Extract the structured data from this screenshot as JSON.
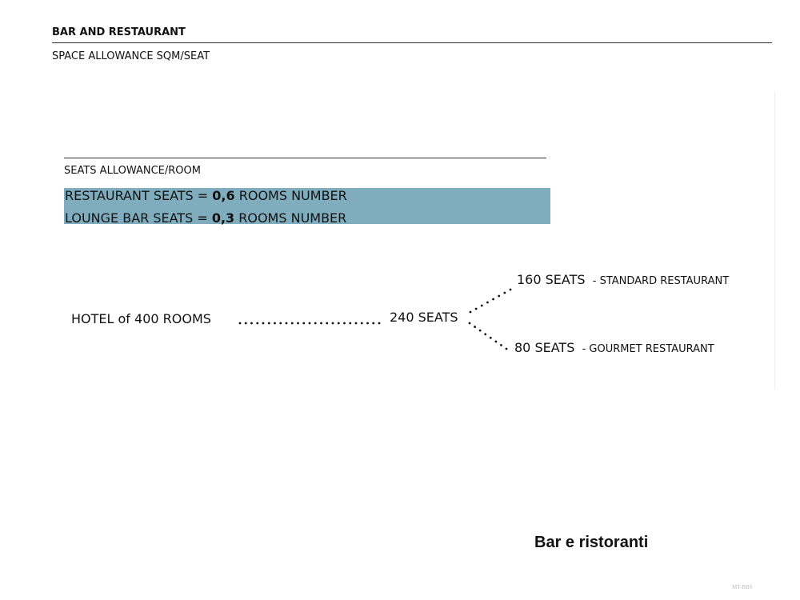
{
  "header": {
    "title": "BAR AND RESTAURANT",
    "subtitle": "SPACE ALLOWANCE SQM/SEAT"
  },
  "allowance": {
    "heading": "SEATS ALLOWANCE/ROOM",
    "rows": [
      {
        "pre": "RESTAURANT SEATS = ",
        "value": "0,6",
        "post": " ROOMS NUMBER"
      },
      {
        "pre": "LOUNGE BAR SEATS = ",
        "value": "0,3",
        "post": " ROOMS NUMBER"
      }
    ],
    "highlight_color": "#7fadbd"
  },
  "diagram": {
    "hotel": "HOTEL of 400 ROOMS",
    "total": "240 SEATS",
    "branches": [
      {
        "seats": "160 SEATS",
        "label": " - STANDARD RESTAURANT"
      },
      {
        "seats": "80 SEATS",
        "label": " - GOURMET RESTAURANT"
      }
    ]
  },
  "footer": {
    "caption": "Bar e ristoranti",
    "watermark": "MT-BBS"
  }
}
